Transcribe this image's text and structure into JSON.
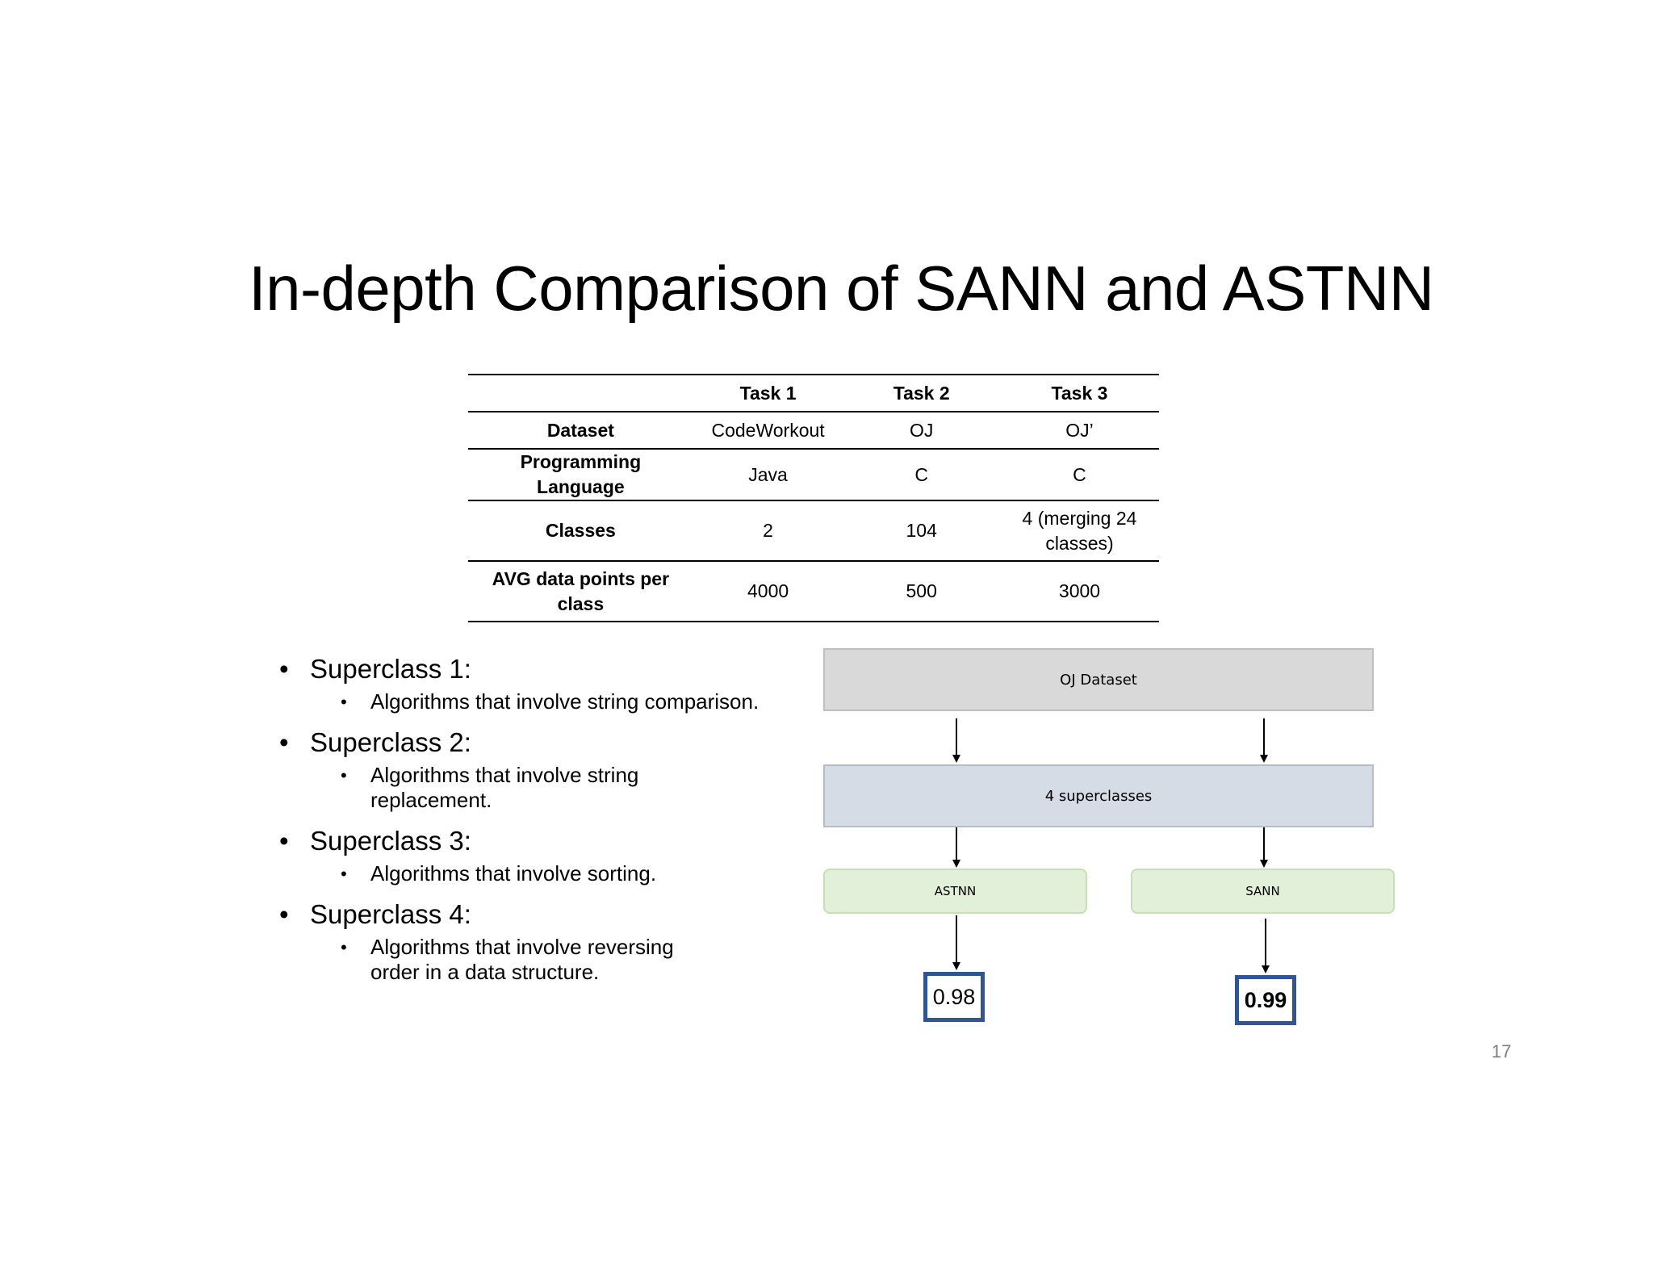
{
  "slide": {
    "title": "In-depth Comparison of SANN and ASTNN",
    "page_number": "17"
  },
  "table": {
    "headers": [
      "",
      "Task  1",
      "Task 2",
      "Task 3"
    ],
    "rows": [
      {
        "label": "Dataset",
        "cells": [
          "CodeWorkout",
          "OJ",
          "OJ’"
        ]
      },
      {
        "label": "Programming Language",
        "cells": [
          "Java",
          "C",
          "C"
        ]
      },
      {
        "label": "Classes",
        "cells": [
          "2",
          "104",
          "4 (merging 24 classes)"
        ]
      },
      {
        "label": "AVG data points per class",
        "cells": [
          "4000",
          "500",
          "3000"
        ]
      }
    ]
  },
  "bullets": [
    {
      "title": "Superclass 1:",
      "detail": "Algorithms that involve string comparison."
    },
    {
      "title": "Superclass 2:",
      "detail": "Algorithms that involve string replacement."
    },
    {
      "title": "Superclass 3:",
      "detail": "Algorithms that involve sorting."
    },
    {
      "title": "Superclass 4:",
      "detail": "Algorithms that involve reversing order in a data structure."
    }
  ],
  "diagram": {
    "dataset_label": "OJ Dataset",
    "superclasses_label": "4 superclasses",
    "models": [
      {
        "name": "ASTNN",
        "score": "0.98"
      },
      {
        "name": "SANN",
        "score": "0.99"
      }
    ],
    "colors": {
      "dataset_fill": "#d9d9d9",
      "superclass_fill": "#d6dce5",
      "model_fill": "#e2efd9",
      "score_border": "#2f5597"
    }
  }
}
